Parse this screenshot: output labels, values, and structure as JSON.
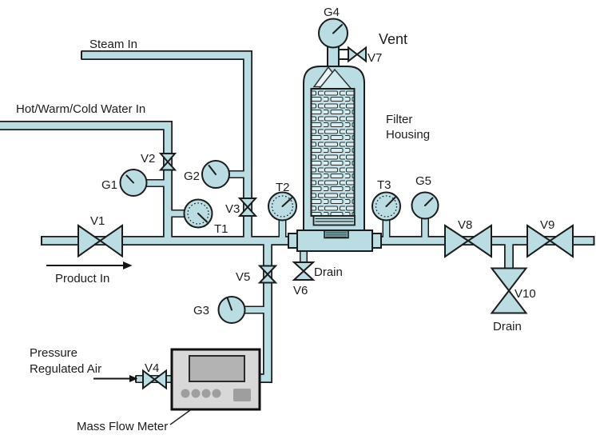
{
  "labels": {
    "steam_in": "Steam In",
    "water_in": "Hot/Warm/Cold Water In",
    "product_in": "Product In",
    "vent": "Vent",
    "filter_housing_1": "Filter",
    "filter_housing_2": "Housing",
    "pressure_air_1": "Pressure",
    "pressure_air_2": "Regulated Air",
    "mass_flow_meter": "Mass Flow Meter",
    "drain_v6": "Drain",
    "drain_v10": "Drain"
  },
  "valves": {
    "v1": "V1",
    "v2": "V2",
    "v3": "V3",
    "v4": "V4",
    "v5": "V5",
    "v6": "V6",
    "v7": "V7",
    "v8": "V8",
    "v9": "V9",
    "v10": "V10"
  },
  "gauges": {
    "g1": "G1",
    "g2": "G2",
    "g3": "G3",
    "g4": "G4",
    "g5": "G5",
    "t1": "T1",
    "t2": "T2",
    "t3": "T3"
  },
  "colors": {
    "pipe_fill": "#b9dde2",
    "outline": "#1c1c1c",
    "text": "#1c1c1c",
    "meter_body": "#d8d8d8",
    "meter_display": "#b3b3b3",
    "meter_button": "#9e9e9e"
  }
}
